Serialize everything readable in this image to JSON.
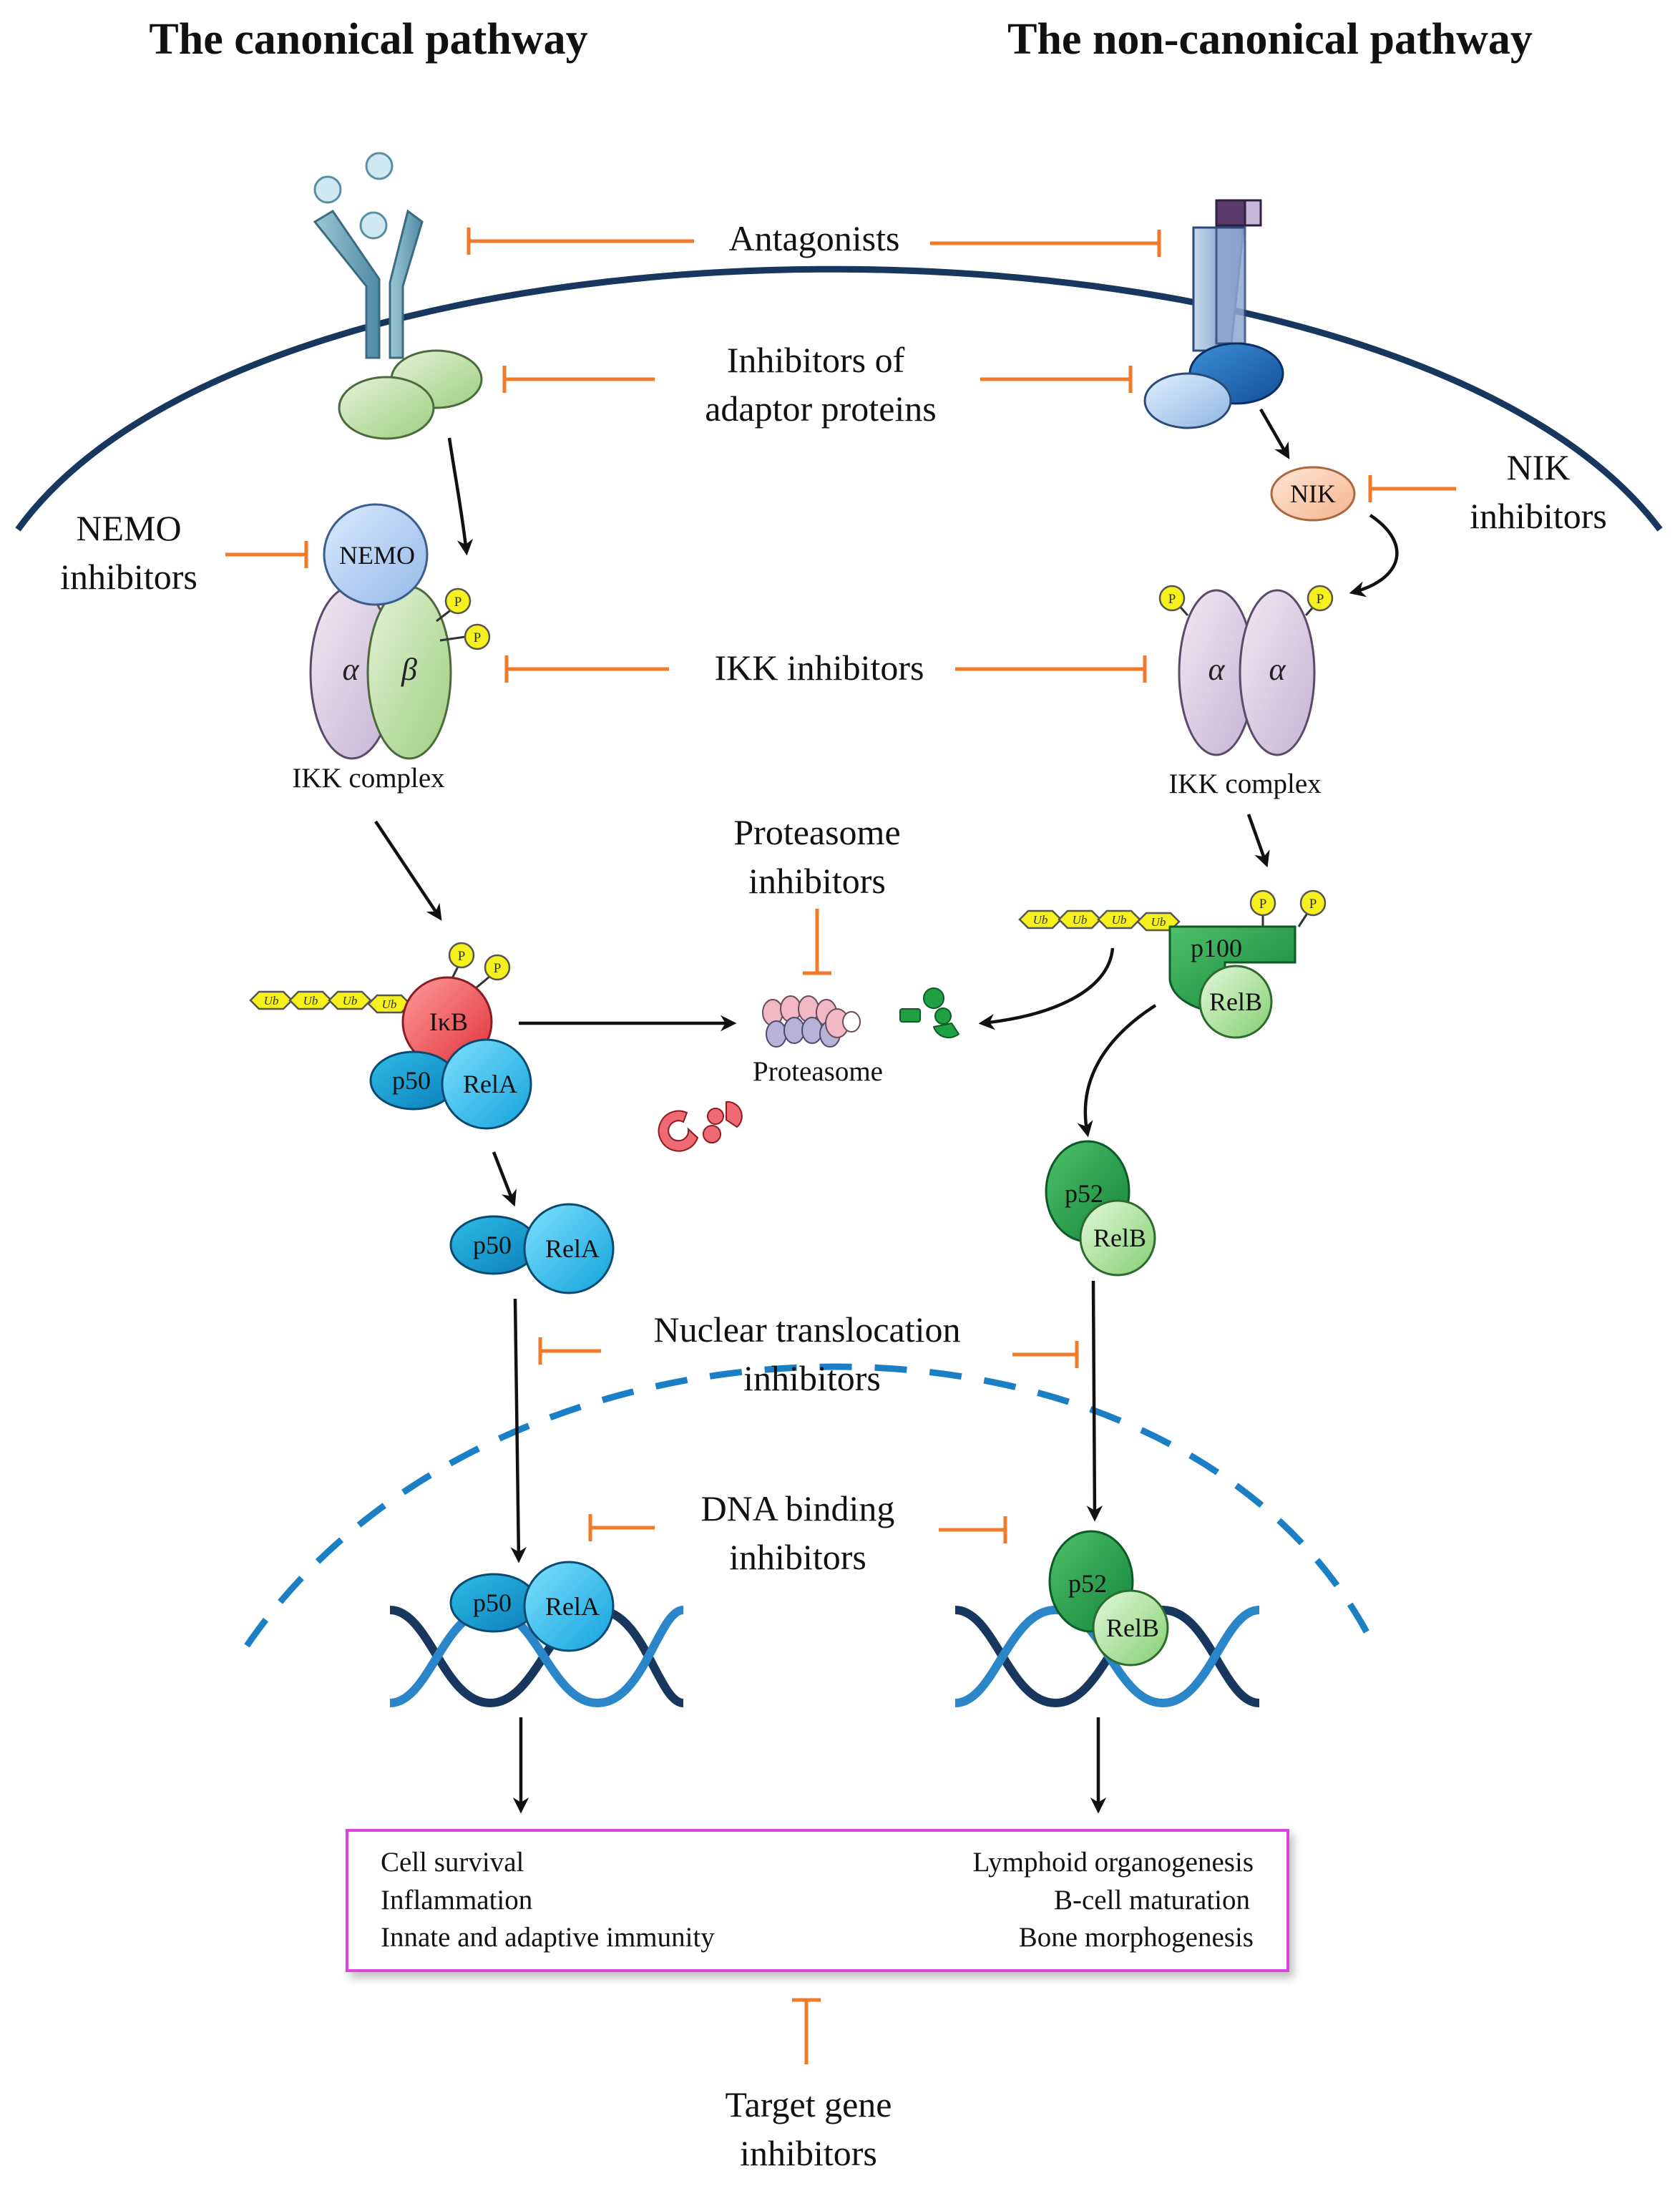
{
  "headings": {
    "canonical": "The canonical pathway",
    "noncanonical": "The non-canonical pathway"
  },
  "inhibitors": {
    "antagonists": "Antagonists",
    "adaptor": [
      "Inhibitors of",
      "adaptor proteins"
    ],
    "nemo": [
      "NEMO",
      "inhibitors"
    ],
    "nik": [
      "NIK",
      "inhibitors"
    ],
    "ikk": "IKK inhibitors",
    "proteasome": [
      "Proteasome",
      "inhibitors"
    ],
    "nuclear": [
      "Nuclear translocation",
      "inhibitors"
    ],
    "dna": [
      "DNA binding",
      "inhibitors"
    ],
    "target": [
      "Target gene",
      "inhibitors"
    ]
  },
  "proteins": {
    "nemo": "NEMO",
    "alpha": "α",
    "beta": "β",
    "ikk_complex": "IKK complex",
    "nik": "NIK",
    "ikb": "IκB",
    "p50": "p50",
    "rela": "RelA",
    "p100": "p100",
    "relb": "RelB",
    "p52": "p52",
    "proteasome": "Proteasome",
    "ub": "Ub",
    "p": "P"
  },
  "outcomes": {
    "canonical": [
      "Cell survival",
      "Inflammation",
      "Innate and adaptive immunity"
    ],
    "noncanonical": [
      "Lymphoid organogenesis",
      "B-cell maturation",
      "Bone morphogenesis"
    ]
  },
  "colors": {
    "inhibitor": "#f07a2a",
    "membrane": "#17375e",
    "nuclear_membrane": "#1b7fc6",
    "dna_dark": "#17375e",
    "dna_light": "#2a86c8",
    "outcome_border": "#e040e0"
  }
}
